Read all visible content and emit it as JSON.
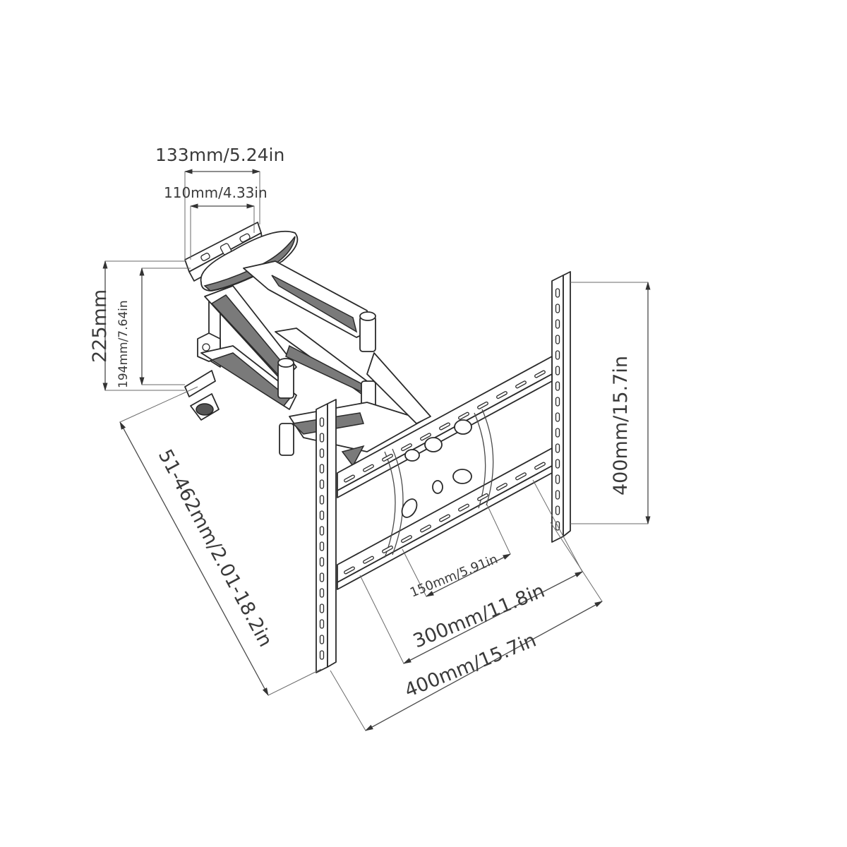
{
  "diagram": {
    "subject": "Full-motion TV wall mount bracket",
    "colors": {
      "background": "#ffffff",
      "line": "#2a2a2a",
      "text": "#3a3a3a",
      "shade": "#7a7a7a"
    },
    "dimensions": {
      "wall_plate_width": "133mm/5.24in",
      "wall_plate_hole_spacing": "110mm/4.33in",
      "wall_plate_height": "225mm",
      "wall_plate_hole_vertical": "194mm/7.64in",
      "arm_extension": "51-462mm/2.01-18.2in",
      "vesa_vertical": "400mm/15.7in",
      "vesa_small": "150mm/5.91in",
      "vesa_medium": "300mm/11.8in",
      "vesa_horizontal": "400mm/15.7in"
    }
  }
}
